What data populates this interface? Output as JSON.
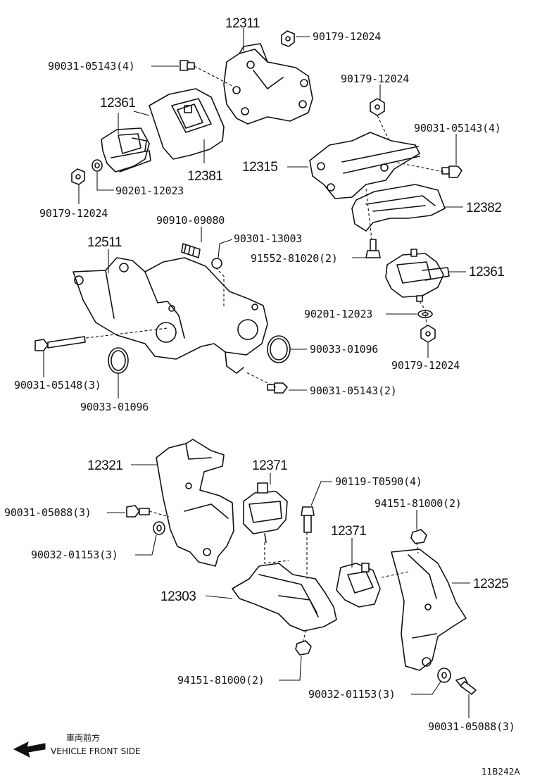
{
  "labels": {
    "p12311": "12311",
    "b90179_top": "90179-12024",
    "b90031_4_left": "90031-05143(4)",
    "p12361_top": "12361",
    "p12381": "12381",
    "w90201_top": "90201-12023",
    "n90179_left": "90179-12024",
    "n90179_mid": "90179-12024",
    "b90031_4_right": "90031-05143(4)",
    "p12315": "12315",
    "p12382": "12382",
    "s90910": "90910-09080",
    "g90301": "90301-13003",
    "b91552": "91552-81020(2)",
    "p12511": "12511",
    "p12361_right": "12361",
    "w90201_right": "90201-12023",
    "n90179_right": "90179-12024",
    "g90033_right": "90033-01096",
    "b90031_5148": "90031-05148(3)",
    "b90031_2": "90031-05143(2)",
    "g90033_left": "90033-01096",
    "p12321": "12321",
    "p12371_left": "12371",
    "b90119": "90119-T0590(4)",
    "b90031_05088_left": "90031-05088(3)",
    "n94151_right": "94151-81000(2)",
    "p12371_mid": "12371",
    "w90032_left": "90032-01153(3)",
    "p12325": "12325",
    "p12303": "12303",
    "n94151_bottom": "94151-81000(2)",
    "w90032_right": "90032-01153(3)",
    "b90031_05088_right": "90031-05088(3)"
  },
  "direction": {
    "jp": "車両前方",
    "en": "VEHICLE FRONT SIDE"
  },
  "figure_code": "11B242A"
}
